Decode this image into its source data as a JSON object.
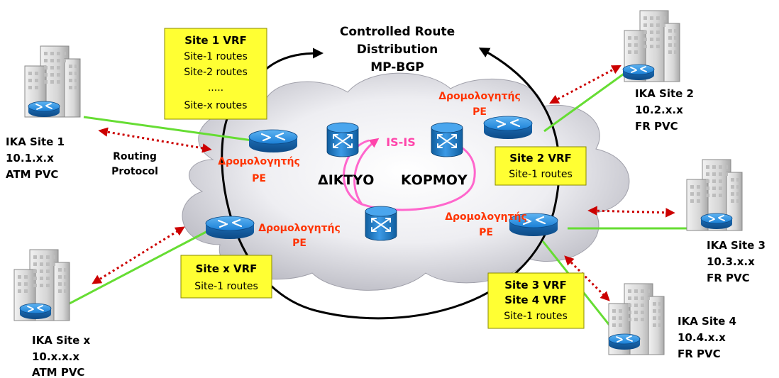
{
  "title": {
    "line1": "Controlled Route",
    "line2": "Distribution",
    "line3": "MP-BGP"
  },
  "core": {
    "label_1": "ΔΙΚΤΥΟ",
    "label_2": "ΚΟΡΜΟΥ",
    "protocol": "IS-IS"
  },
  "routing_protocol": {
    "line1": "Routing",
    "line2": "Protocol"
  },
  "pe_routers": [
    {
      "line1": "Δρομολογητής",
      "line2": "PE"
    },
    {
      "line1": "Δρομολογητής",
      "line2": "PE"
    },
    {
      "line1": "Δρομολογητής",
      "line2": "PE"
    },
    {
      "line1": "Δρομολογητής",
      "line2": "PE"
    }
  ],
  "vrf_boxes": [
    {
      "title": "Site 1 VRF",
      "lines": [
        "Site-1 routes",
        "Site-2 routes",
        ".....",
        "Site-x  routes"
      ]
    },
    {
      "title": "Site 2 VRF",
      "lines": [
        "Site-1 routes"
      ]
    },
    {
      "title": "Site x VRF",
      "lines": [
        "Site-1 routes"
      ]
    },
    {
      "title": "Site 3 VRF",
      "title2": "Site 4 VRF",
      "lines": [
        "Site-1 routes"
      ]
    }
  ],
  "sites": [
    {
      "name": "IKA Site 1",
      "address": "10.1.x.x",
      "link": "ATM PVC"
    },
    {
      "name": "IKA Site 2",
      "address": "10.2.x.x",
      "link": "FR PVC"
    },
    {
      "name": "IKA Site 3",
      "address": "10.3.x.x",
      "link": "FR PVC"
    },
    {
      "name": "IKA Site 4",
      "address": "10.4.x.x",
      "link": "FR PVC"
    },
    {
      "name": "IKA Site x",
      "address": "10.x.x.x",
      "link": "ATM PVC"
    }
  ],
  "colors": {
    "vrf_fill": "#ffff33",
    "pe_label": "#ff3300",
    "access_link": "#66dd33",
    "routing_arrow": "#cc0000",
    "isis_loop": "#ff66cc",
    "router_body": "#1a7fd6",
    "cloud": "#e8e8ec"
  },
  "icons": [
    "building-icon",
    "pe-router-icon",
    "core-switch-icon",
    "cloud-icon"
  ]
}
